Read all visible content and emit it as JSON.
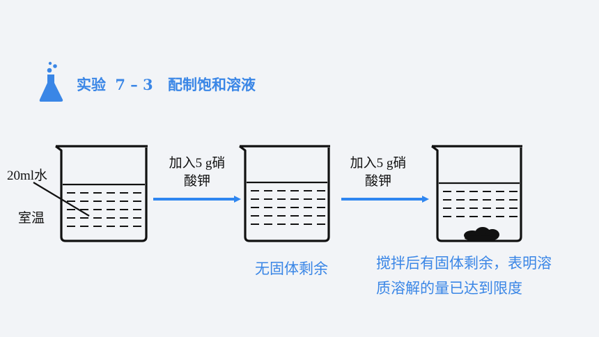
{
  "title": {
    "prefix": "实验",
    "number": "7 – 3",
    "name": "配制饱和溶液"
  },
  "beaker1": {
    "water_label": "20ml水",
    "temp_label": "室温"
  },
  "step1": {
    "add_line1": "加入5 g硝",
    "add_line2": "酸钾"
  },
  "step2": {
    "add_line1": "加入5 g硝",
    "add_line2": "酸钾"
  },
  "result1": "无固体剩余",
  "result2": {
    "line1": "搅拌后有固体剩余，表明溶",
    "line2": "质溶解的量已达到限度"
  },
  "colors": {
    "accent": "#3a86e6",
    "arrow": "#2f86f0",
    "ink": "#111111",
    "background": "#f2f4f7"
  }
}
